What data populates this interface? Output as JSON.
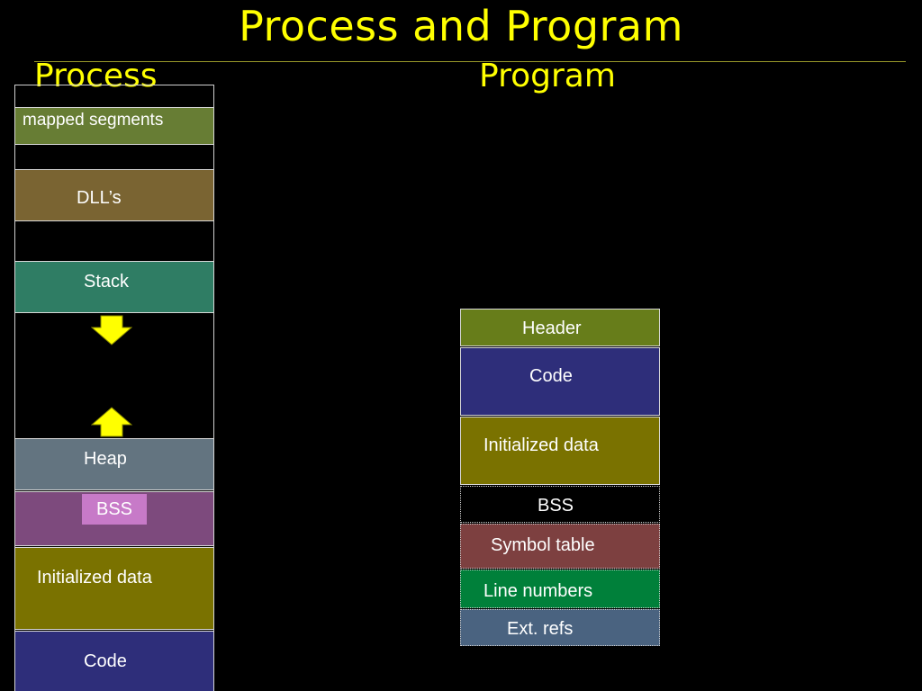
{
  "title": "Process and Program",
  "process": {
    "heading": "Process",
    "segments": {
      "mapped": "mapped segments",
      "dll": "DLL’s",
      "stack": "Stack",
      "heap": "Heap",
      "bss": "BSS",
      "initialized_data": "Initialized data",
      "code": "Code"
    },
    "arrows": [
      "arrow-down-icon",
      "arrow-up-icon"
    ]
  },
  "program": {
    "heading": "Program",
    "segments": {
      "header": "Header",
      "code": "Code",
      "initialized_data": "Initialized data",
      "bss": "BSS",
      "symbol_table": "Symbol table",
      "line_numbers": "Line numbers",
      "ext_refs": "Ext. refs"
    }
  },
  "colors": {
    "title": "#ffff00",
    "background": "#000000",
    "arrow": "#ffff00"
  }
}
